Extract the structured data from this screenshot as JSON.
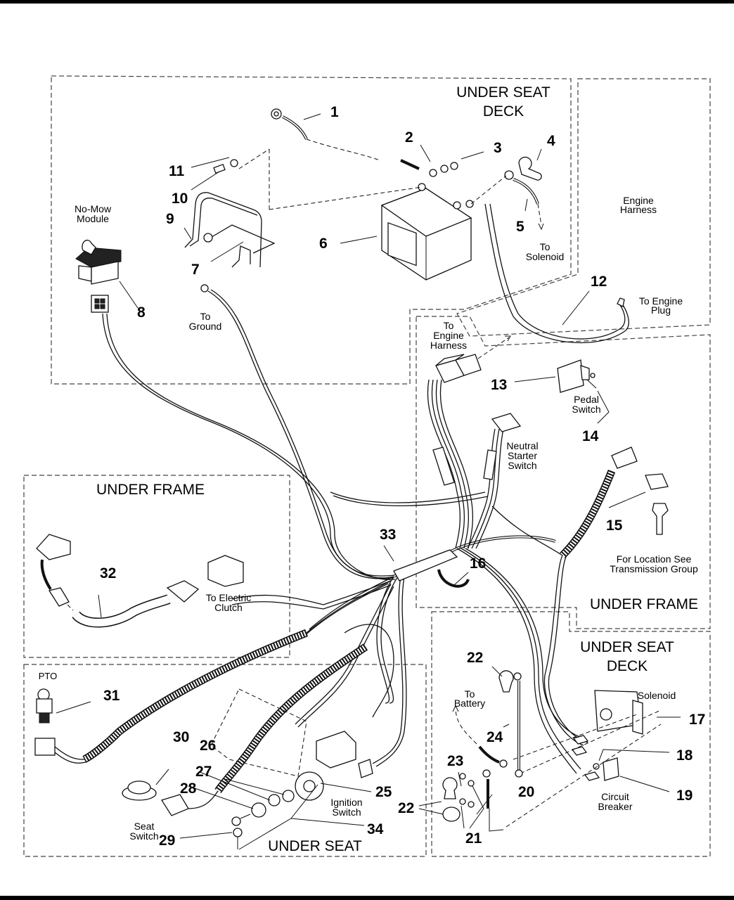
{
  "zones": {
    "under_seat_deck_top": "UNDER SEAT",
    "under_seat_deck_top_2": "DECK",
    "engine_harness": [
      "Engine",
      "Harness"
    ],
    "under_frame_left": "UNDER FRAME",
    "under_frame_right": "UNDER FRAME",
    "under_seat_deck_bottom": "UNDER SEAT",
    "under_seat_deck_bottom_2": "DECK",
    "under_seat": "UNDER SEAT"
  },
  "labels": {
    "no_mow_module": [
      "No-Mow",
      "Module"
    ],
    "to_ground": [
      "To",
      "Ground"
    ],
    "to_solenoid": [
      "To",
      "Solenoid"
    ],
    "to_engine_plug": [
      "To Engine",
      "Plug"
    ],
    "to_engine_harness": [
      "To",
      "Engine",
      "Harness"
    ],
    "pedal_switch": [
      "Pedal",
      "Switch"
    ],
    "neutral_starter_switch": [
      "Neutral",
      "Starter",
      "Switch"
    ],
    "for_location": [
      "For Location See",
      "Transmission Group"
    ],
    "to_electric_clutch": [
      "To Electric",
      "Clutch"
    ],
    "pto": "PTO",
    "seat_switch": [
      "Seat",
      "Switch"
    ],
    "ignition_switch": [
      "Ignition",
      "Switch"
    ],
    "to_battery": [
      "To",
      "Battery"
    ],
    "solenoid": "Solenoid",
    "circuit_breaker": [
      "Circuit",
      "Breaker"
    ]
  },
  "callouts": {
    "n1": "1",
    "n2": "2",
    "n3": "3",
    "n4": "4",
    "n5": "5",
    "n6": "6",
    "n7": "7",
    "n8": "8",
    "n9": "9",
    "n10": "10",
    "n11": "11",
    "n12": "12",
    "n13": "13",
    "n14": "14",
    "n15": "15",
    "n16": "16",
    "n17": "17",
    "n18": "18",
    "n19": "19",
    "n20": "20",
    "n21": "21",
    "n22a": "22",
    "n22b": "22",
    "n23": "23",
    "n24": "24",
    "n25": "25",
    "n26": "26",
    "n27": "27",
    "n28": "28",
    "n29": "29",
    "n30": "30",
    "n31": "31",
    "n32": "32",
    "n33": "33",
    "n34": "34"
  }
}
